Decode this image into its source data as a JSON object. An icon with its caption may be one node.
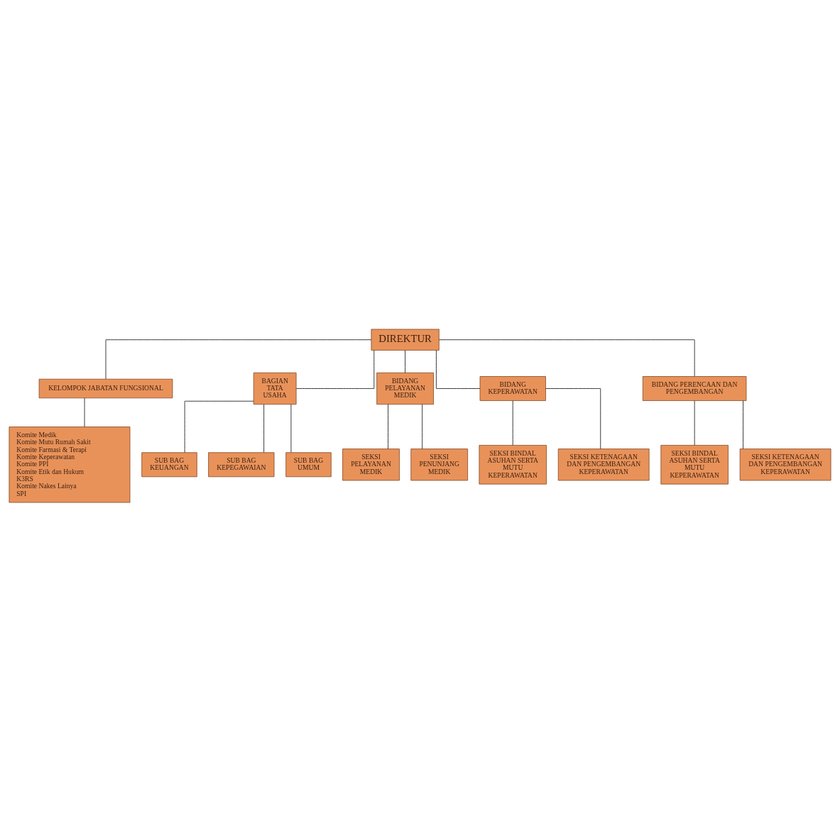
{
  "diagram": {
    "nodes": [
      {
        "text": [
          "DIREKTUR"
        ]
      },
      {
        "text": [
          "KELOMPOK JABATAN FUNGSIONAL"
        ]
      },
      {
        "text": [
          "BAGIAN TATA USAHA"
        ]
      },
      {
        "text": [
          "Komite Medik",
          "Komite Mutu Rumah Sakit",
          "Komite Farmasi & Terapi",
          "Komite Keperawatan",
          "Komite PPI",
          "Komite Etik dan Hukum",
          "K3RS",
          "Komite Nakes Lainya",
          "SPI"
        ]
      },
      {
        "text": [
          "SUB BAG KEUANGAN"
        ]
      },
      {
        "text": [
          "SUB BAG KEPEGAWAIAN"
        ]
      },
      {
        "text": [
          "SUB BAG UMUM"
        ]
      },
      {
        "text": [
          "BIDANG PELAYANAN MEDIK"
        ]
      },
      {
        "text": [
          "BIDANG KEPERAWATAN"
        ]
      },
      {
        "text": [
          "BIDANG PERENCAAN DAN PENGEMBANGAN"
        ]
      },
      {
        "text": [
          "SEKSI PELAYANAN MEDIK"
        ]
      },
      {
        "text": [
          "SEKSI PENUNJANG MEDIK"
        ]
      },
      {
        "text": [
          "SEKSI BINDAL ASUHAN SERTA MUTU KEPERAWATAN"
        ]
      },
      {
        "text": [
          "SEKSI KETENAGAAN DAN PENGEMBANGAN KEPERAWATAN"
        ]
      },
      {
        "text": [
          "SEKSI BINDAL ASUHAN SERTA MUTU KEPERAWATAN"
        ]
      },
      {
        "text": [
          "SEKSI KETENAGAAN DAN PENGEMBANGAN KEPERAWATAN"
        ]
      }
    ],
    "edges": [
      {
        "from": 0,
        "to": 1,
        "arrow": "none"
      },
      {
        "from": 0,
        "to": 2,
        "arrow": "none"
      },
      {
        "from": 1,
        "to": 3,
        "arrow": "none"
      },
      {
        "from": 2,
        "to": 4,
        "arrow": "none"
      },
      {
        "from": 2,
        "to": 5,
        "arrow": "none"
      },
      {
        "from": 2,
        "to": 6,
        "arrow": "none"
      },
      {
        "from": 0,
        "to": 7,
        "arrow": "none"
      },
      {
        "from": 0,
        "to": 8,
        "arrow": "none"
      },
      {
        "from": 0,
        "to": 9,
        "arrow": "none"
      },
      {
        "from": 7,
        "to": 10,
        "arrow": "none"
      },
      {
        "from": 7,
        "to": 11,
        "arrow": "none"
      },
      {
        "from": 8,
        "to": 12,
        "arrow": "none"
      },
      {
        "from": 8,
        "to": 13,
        "arrow": "none"
      },
      {
        "from": 9,
        "to": 14,
        "arrow": "none"
      },
      {
        "from": 9,
        "to": 15,
        "arrow": "none"
      }
    ]
  }
}
